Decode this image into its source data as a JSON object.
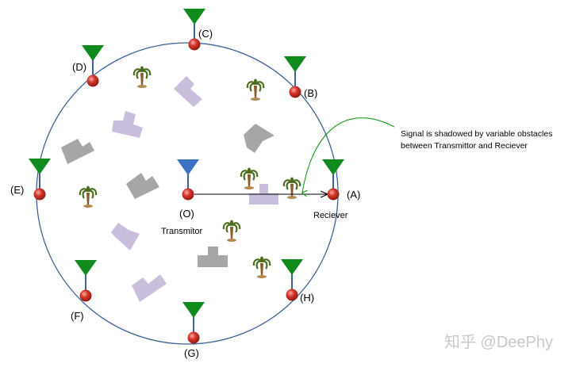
{
  "colors": {
    "circle": "#3d5f98",
    "antenna_receiver": "#0f8a1c",
    "antenna_transmitter": "#3b73c2",
    "node": "#c62a1f",
    "obstacle_gray": "#a6a6a6",
    "obstacle_lavender": "#c9bfdc",
    "tree": "#8a5a2b",
    "arrow": "#1a9b1a"
  },
  "icons": [
    "antenna-icon",
    "palm-tree-icon",
    "obstacle-block-icon"
  ],
  "transmitter": {
    "label": "(O)",
    "name": "Transmitor"
  },
  "receiver_name": "Reciever",
  "nodes": [
    {
      "id": "A",
      "label": "(A)"
    },
    {
      "id": "B",
      "label": "(B)"
    },
    {
      "id": "C",
      "label": "(C)"
    },
    {
      "id": "D",
      "label": "(D)"
    },
    {
      "id": "E",
      "label": "(E)"
    },
    {
      "id": "F",
      "label": "(F)"
    },
    {
      "id": "G",
      "label": "(G)"
    },
    {
      "id": "H",
      "label": "(H)"
    }
  ],
  "annotation": {
    "line1": "Signal is shadowed by variable obstacles",
    "line2": "between Transmittor  and Reciever"
  },
  "watermark": "知乎 @DeePhy"
}
